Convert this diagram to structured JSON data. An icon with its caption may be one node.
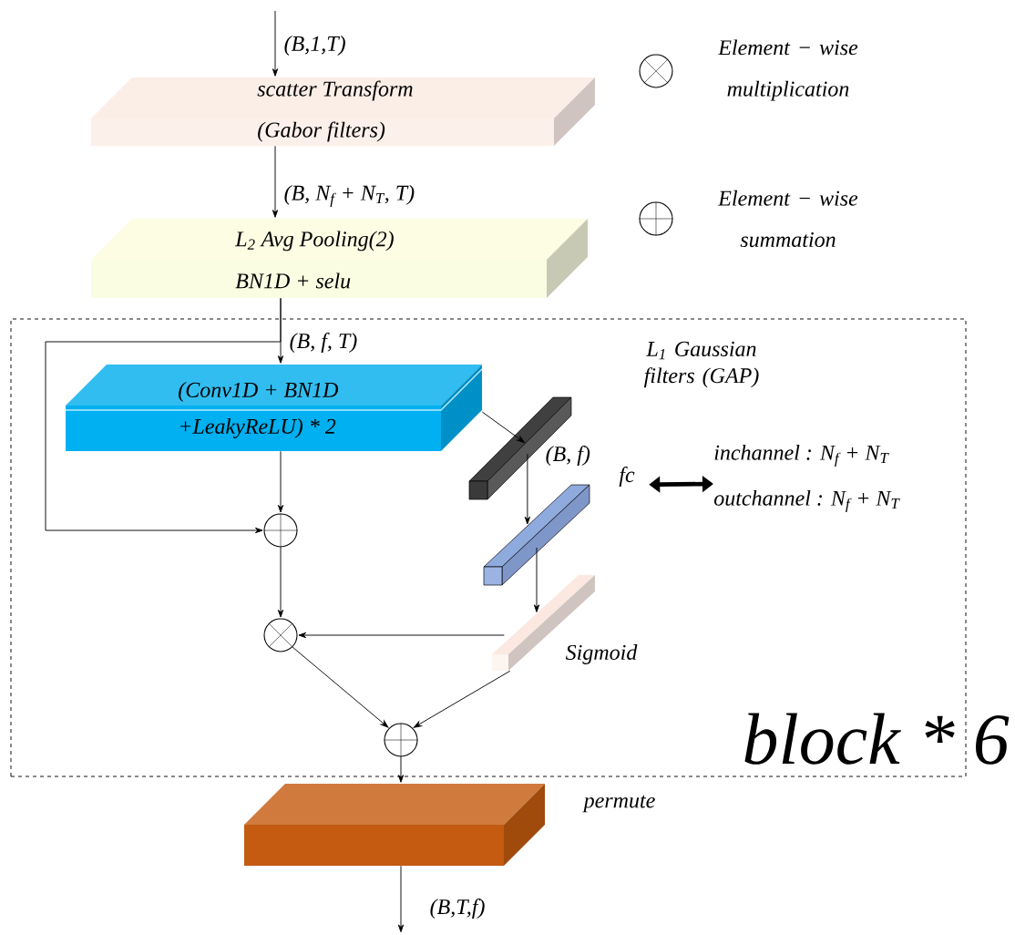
{
  "diagram": {
    "nodes": [
      {
        "text": [
          "scatter Transform",
          "(Gabor filters)"
        ]
      },
      {
        "text": [
          "L$_{2}$ Avg Pooling(2)",
          "BN1D + selu"
        ]
      },
      {
        "text": [
          "block * 6"
        ]
      },
      {
        "text": [
          "(Conv1D + BN1D",
          "+LeakyReLU) * 2"
        ],
        "in": 2
      },
      {
        "text": [],
        "shape": "bar",
        "in": 2,
        "beside": [
          "L$_{1}$ Gaussian filters (GAP)"
        ]
      },
      {
        "text": [],
        "shape": "bar",
        "in": 2,
        "beside": [
          "fc"
        ]
      },
      {
        "text": [],
        "shape": "bar",
        "in": 2,
        "beside": [
          "Sigmoid"
        ]
      },
      {
        "text": [],
        "shape": "circle",
        "in": 2
      },
      {
        "text": [],
        "shape": "circle",
        "in": 2
      },
      {
        "text": [],
        "shape": "circle",
        "in": 2
      },
      {
        "text": [],
        "shape": "box",
        "beside": [
          "permute"
        ]
      },
      {
        "text": [
          "inchannel : N$_{f}$ + N$_{T}$",
          "outchannel : N$_{f}$ + N$_{T}$"
        ],
        "in": 2
      }
    ],
    "edges": [
      {
        "from": null,
        "to": 0,
        "arrow": "to",
        "label": "(B,1,T)"
      },
      {
        "from": 0,
        "to": 1,
        "arrow": "to",
        "label": "(B, N$_{f}$ + N$_{T}$, T)"
      },
      {
        "from": 1,
        "to": 3,
        "arrow": "to",
        "label": "(B, f, T)"
      },
      {
        "from": 1,
        "to": 7,
        "arrow": "to"
      },
      {
        "from": 3,
        "to": 7,
        "arrow": "to"
      },
      {
        "from": 3,
        "to": 4,
        "arrow": "to"
      },
      {
        "from": 4,
        "to": 5,
        "arrow": "to",
        "label": "(B, f)"
      },
      {
        "from": 5,
        "to": 6,
        "arrow": "to"
      },
      {
        "from": 7,
        "to": 8,
        "arrow": "to"
      },
      {
        "from": 6,
        "to": 8,
        "arrow": "to"
      },
      {
        "from": 8,
        "to": 9,
        "arrow": "to"
      },
      {
        "from": 6,
        "to": 9,
        "arrow": "to"
      },
      {
        "from": 9,
        "to": 10,
        "arrow": "to"
      },
      {
        "from": 10,
        "to": null,
        "arrow": "to",
        "label": "(B,T,f)"
      },
      {
        "from": 5,
        "to": 11,
        "arrow": "both",
        "style": "thick"
      }
    ],
    "legend": [
      {
        "text": "Element − wise multiplication"
      },
      {
        "text": "Element − wise summation"
      }
    ]
  }
}
